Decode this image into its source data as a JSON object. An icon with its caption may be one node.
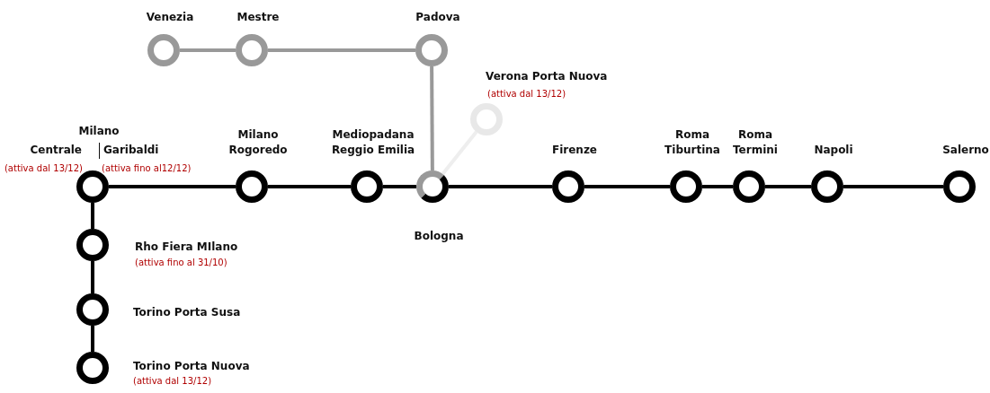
{
  "diagram": {
    "nodes": [
      {
        "text": [
          "Venezia"
        ]
      },
      {
        "text": [
          "Mestre"
        ]
      },
      {
        "text": [
          "Padova"
        ]
      },
      {
        "text": [
          "Verona Porta Nuova",
          "(attiva dal 13/12)"
        ]
      },
      {
        "text": [
          "Milano",
          "Centrale",
          "Garibaldi",
          "(attiva dal 13/12)",
          "(attiva fino al12/12)"
        ]
      },
      {
        "text": [
          "Milano Rogoredo"
        ]
      },
      {
        "text": [
          "Mediopadana Reggio Emilia"
        ]
      },
      {
        "text": [
          "Bologna"
        ]
      },
      {
        "text": [
          "Firenze"
        ]
      },
      {
        "text": [
          "Roma Tiburtina"
        ]
      },
      {
        "text": [
          "Roma Termini"
        ]
      },
      {
        "text": [
          "Napoli"
        ]
      },
      {
        "text": [
          "Salerno"
        ]
      },
      {
        "text": [
          "Rho Fiera MIlano",
          "(attiva fino al 31/10)"
        ]
      },
      {
        "text": [
          "Torino Porta Susa"
        ]
      },
      {
        "text": [
          "Torino Porta Nuova",
          "(attiva dal 13/12)"
        ]
      }
    ],
    "edges": [
      {
        "from": 0,
        "to": 1,
        "arrow": "none",
        "color": "#999999"
      },
      {
        "from": 1,
        "to": 2,
        "arrow": "none",
        "color": "#999999"
      },
      {
        "from": 2,
        "to": 7,
        "arrow": "none",
        "color": "#999999"
      },
      {
        "from": 7,
        "to": 3,
        "arrow": "none",
        "color": "#eeeeee"
      },
      {
        "from": 4,
        "to": 5,
        "arrow": "none"
      },
      {
        "from": 5,
        "to": 6,
        "arrow": "none"
      },
      {
        "from": 6,
        "to": 7,
        "arrow": "none"
      },
      {
        "from": 7,
        "to": 8,
        "arrow": "none"
      },
      {
        "from": 8,
        "to": 9,
        "arrow": "none"
      },
      {
        "from": 9,
        "to": 10,
        "arrow": "none"
      },
      {
        "from": 10,
        "to": 11,
        "arrow": "none"
      },
      {
        "from": 11,
        "to": 12,
        "arrow": "none"
      },
      {
        "from": 4,
        "to": 13,
        "arrow": "none"
      },
      {
        "from": 13,
        "to": 14,
        "arrow": "none"
      },
      {
        "from": 14,
        "to": 15,
        "arrow": "none"
      }
    ]
  }
}
